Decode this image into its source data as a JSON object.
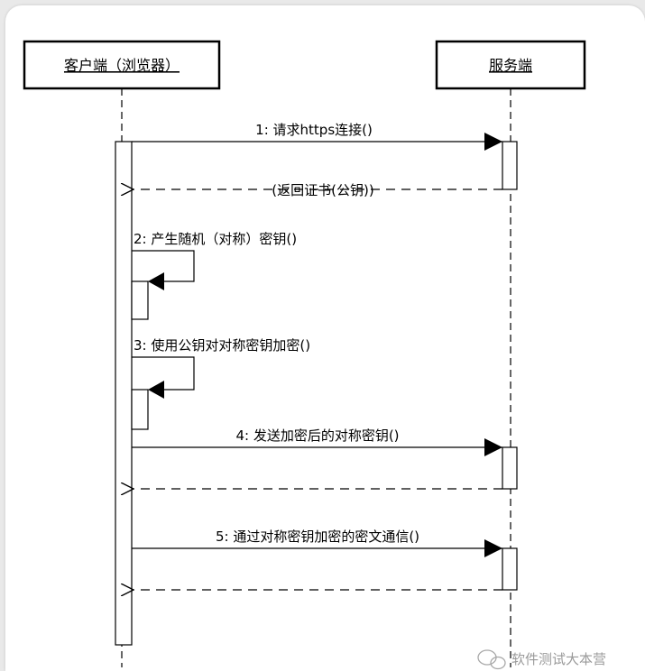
{
  "actors": {
    "client": "客户端（浏览器）",
    "server": "服务端"
  },
  "messages": {
    "m1": "1: 请求https连接()",
    "r1": "(返回证书(公钥))",
    "m2": "2: 产生随机（对称）密钥()",
    "m3": "3: 使用公钥对对称密钥加密()",
    "m4": "4: 发送加密后的对称密钥()",
    "m5": "5: 通过对称密钥加密的密文通信()"
  },
  "watermark": "软件测试大本营",
  "colors": {
    "line": "#000000",
    "background": "#ffffff",
    "watermark": "#9a9a9a"
  }
}
